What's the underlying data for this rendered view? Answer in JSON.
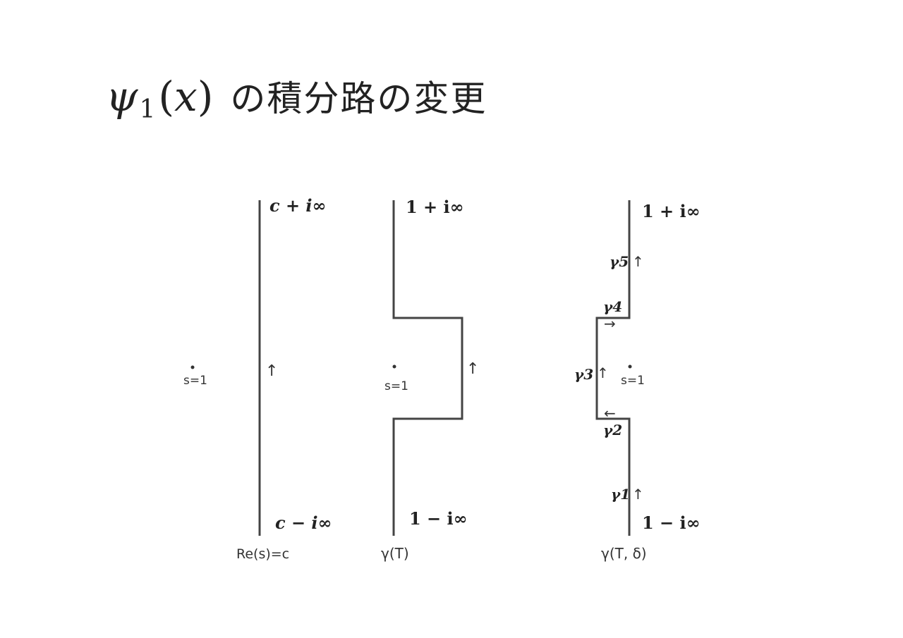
{
  "title": {
    "psi": "ψ",
    "subscript": "1",
    "open": "(",
    "var": "x",
    "close": ")",
    "text": "の積分路の変更"
  },
  "diagrams": {
    "left": {
      "top_label": "c + i∞",
      "bottom_label": "c − i∞",
      "caption": "Re(s)=c",
      "point_label": "s=1",
      "arrow": "↑"
    },
    "middle": {
      "top_label": "1 + i∞",
      "bottom_label": "1 − i∞",
      "caption": "γ(T)",
      "point_label": "s=1",
      "arrow": "↑"
    },
    "right": {
      "top_label": "1 + i∞",
      "bottom_label": "1 − i∞",
      "caption": "γ(T, δ)",
      "point_label": "s=1",
      "segments": [
        {
          "label": "γ1",
          "arrow": "↑"
        },
        {
          "label": "γ2",
          "arrow": "←"
        },
        {
          "label": "γ3",
          "arrow": "↑"
        },
        {
          "label": "γ4",
          "arrow": "→"
        },
        {
          "label": "γ5",
          "arrow": "↑"
        }
      ]
    }
  }
}
